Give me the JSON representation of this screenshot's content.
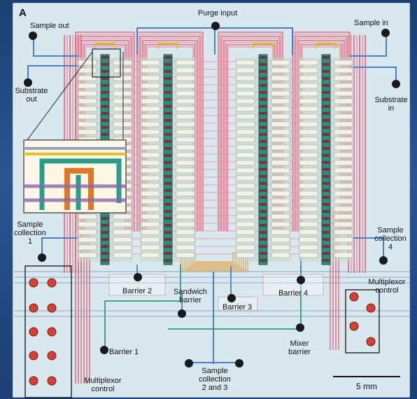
{
  "panel_letter": "A",
  "labels": {
    "purge_input": "Purge input",
    "sample_out": "Sample out",
    "sample_in": "Sample in",
    "substrate_out": "Substrate\nout",
    "substrate_in": "Substrate\nin",
    "sample_collection_1": "Sample\ncollection\n1",
    "sample_collection_4": "Sample\ncollection\n4",
    "barrier_1": "Barrier 1",
    "barrier_2": "Barrier 2",
    "barrier_3": "Barrier 3",
    "barrier_4": "Barrier 4",
    "sandwich_barrier": "Sandwich\nbarrier",
    "mixer_barrier": "Mixer\nbarrier",
    "multiplexor_control_left": "Multiplexor\ncontrol",
    "multiplexor_control_right": "Multiplexor\ncontrol",
    "sample_collection_2_3": "Sample\ncollection\n2 and 3",
    "scale_bar": "5 mm"
  },
  "colors": {
    "control_red": "#e05a6d",
    "control_pink": "#ef8fa4",
    "flow_blue": "#4b7fc4",
    "flow_green": "#2f9a76",
    "flow_yellow": "#e4c328",
    "ports": "#1a1a1a",
    "red_ports": "#d34134"
  }
}
